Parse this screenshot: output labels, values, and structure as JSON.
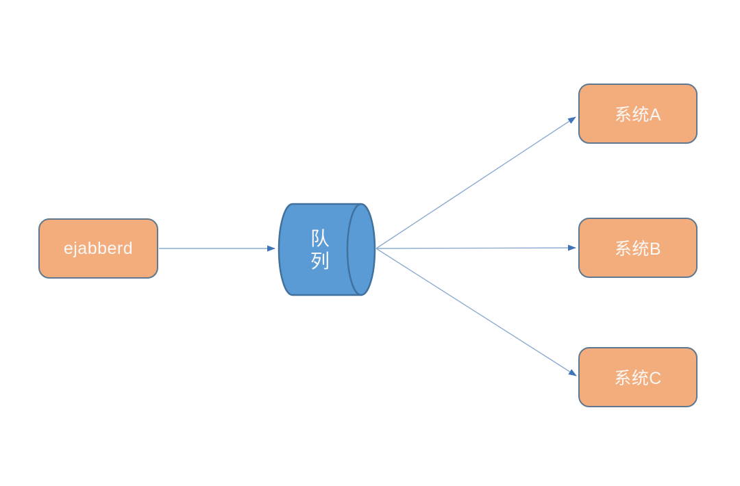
{
  "diagram": {
    "nodes": {
      "ejabberd": {
        "label": "ejabberd",
        "shape": "rounded-rectangle"
      },
      "queue": {
        "label": "队列",
        "label_lines": [
          "队",
          "列"
        ],
        "shape": "horizontal-cylinder"
      },
      "system_a": {
        "label": "系统A",
        "shape": "rounded-rectangle"
      },
      "system_b": {
        "label": "系统B",
        "shape": "rounded-rectangle"
      },
      "system_c": {
        "label": "系统C",
        "shape": "rounded-rectangle"
      }
    },
    "edges": [
      {
        "from": "ejabberd",
        "to": "queue",
        "arrow": "end"
      },
      {
        "from": "queue",
        "to": "system_a",
        "arrow": "end"
      },
      {
        "from": "queue",
        "to": "system_b",
        "arrow": "end"
      },
      {
        "from": "queue",
        "to": "system_c",
        "arrow": "end"
      }
    ],
    "colors": {
      "node_fill": "#F3AC7B",
      "node_border": "#5D7890",
      "cylinder_fill": "#5B9BD5",
      "cylinder_border": "#41719C",
      "edge_line": "#8BABD1",
      "arrowhead": "#3F74B8",
      "node_text": "#FAF8F6",
      "background": "#FFFFFF"
    }
  }
}
